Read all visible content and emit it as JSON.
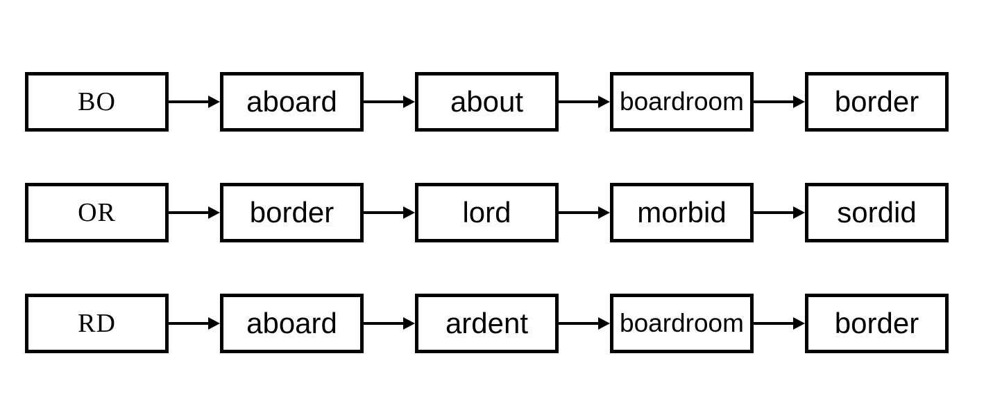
{
  "diagram": {
    "type": "word-index-diagram",
    "background": "#ffffff",
    "stroke_color": "#000000",
    "rows": [
      {
        "key": "BO",
        "words": [
          "aboard",
          "about",
          "boardroom",
          "border"
        ]
      },
      {
        "key": "OR",
        "words": [
          "border",
          "lord",
          "morbid",
          "sordid"
        ]
      },
      {
        "key": "RD",
        "words": [
          "aboard",
          "ardent",
          "boardroom",
          "border"
        ]
      }
    ]
  }
}
